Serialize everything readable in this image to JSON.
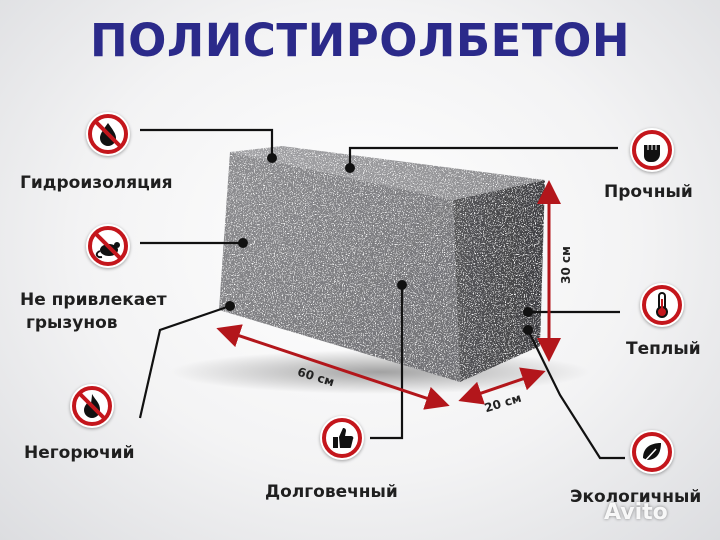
{
  "title": "ПОЛИСТИРОЛБЕТОН",
  "features": {
    "waterproof": "Гидроизоляция",
    "rodents_line1": "Не привлекает",
    "rodents_line2": "грызунов",
    "nonflammable": "Негорючий",
    "durable": "Долговечный",
    "strong": "Прочный",
    "warm": "Теплый",
    "eco": "Экологичный"
  },
  "dimensions": {
    "length": "60 см",
    "width": "20 см",
    "height": "30 см"
  },
  "colors": {
    "title": "#2b2a8a",
    "accent_red": "#c4161c",
    "block": "#8a8a8d",
    "dim_arrow": "#b3161b"
  },
  "icons": [
    "no-water-icon",
    "no-mouse-icon",
    "no-fire-icon",
    "thumbs-up-icon",
    "fist-icon",
    "thermometer-icon",
    "leaf-icon"
  ],
  "watermark": "Avito"
}
